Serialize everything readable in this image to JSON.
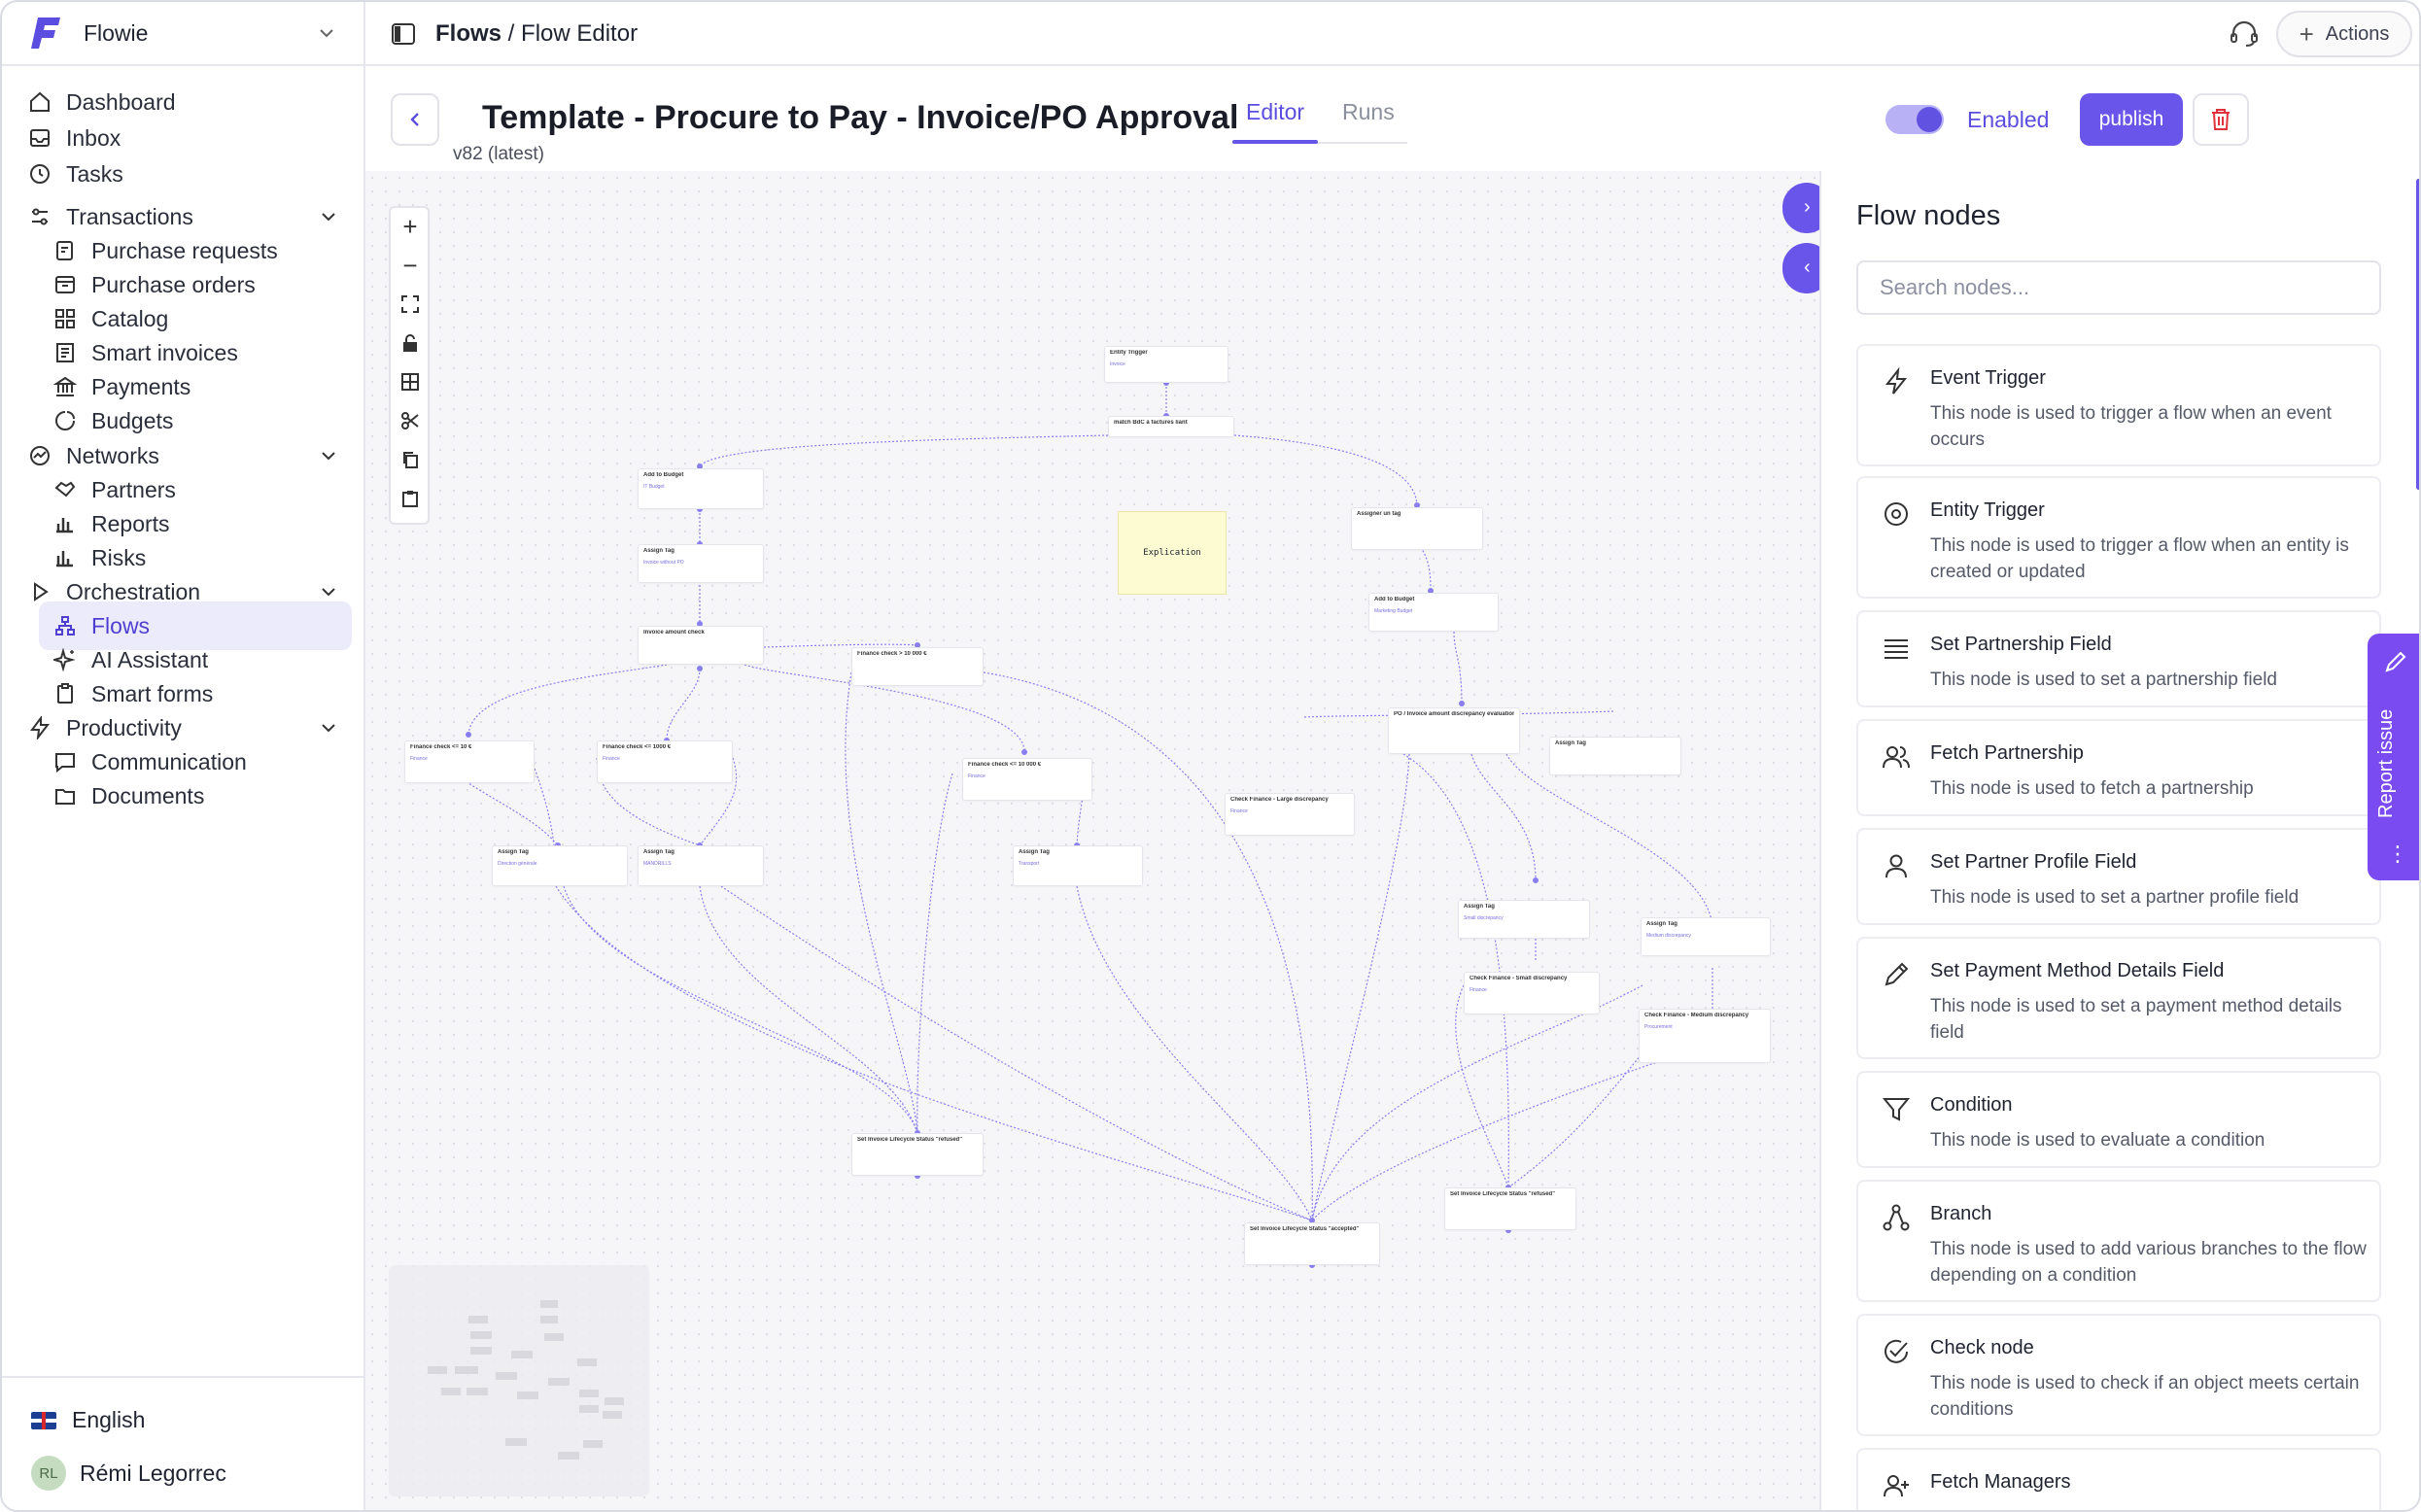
{
  "workspace": {
    "name": "Flowie"
  },
  "sidebar": {
    "items": [
      {
        "label": "Dashboard"
      },
      {
        "label": "Inbox"
      },
      {
        "label": "Tasks"
      },
      {
        "label": "Transactions"
      },
      {
        "label": "Purchase requests"
      },
      {
        "label": "Purchase orders"
      },
      {
        "label": "Catalog"
      },
      {
        "label": "Smart invoices"
      },
      {
        "label": "Payments"
      },
      {
        "label": "Budgets"
      },
      {
        "label": "Networks"
      },
      {
        "label": "Partners"
      },
      {
        "label": "Reports"
      },
      {
        "label": "Risks"
      },
      {
        "label": "Orchestration"
      },
      {
        "label": "Flows"
      },
      {
        "label": "AI Assistant"
      },
      {
        "label": "Smart forms"
      },
      {
        "label": "Productivity"
      },
      {
        "label": "Communication"
      },
      {
        "label": "Documents"
      }
    ],
    "language": "English",
    "user": {
      "initials": "RL",
      "name": "Rémi Legorrec"
    }
  },
  "topbar": {
    "breadcrumb_root": "Flows",
    "breadcrumb_sep": " / ",
    "breadcrumb_current": "Flow Editor",
    "actions_label": "Actions"
  },
  "header": {
    "title": "Template - Procure to Pay - Invoice/PO Approval",
    "version": "v82 (latest)",
    "tabs": [
      {
        "label": "Editor",
        "active": true
      },
      {
        "label": "Runs",
        "active": false
      }
    ],
    "enabled_label": "Enabled",
    "enabled": true,
    "publish_label": "publish"
  },
  "canvas": {
    "sticky_note": "Explication",
    "nodes": [
      {
        "title": "Entity Trigger",
        "sub": "Invoice"
      },
      {
        "title": "match BdC à factures liant",
        "sub": ""
      },
      {
        "title": "Add to Budget",
        "sub": "IT Budget"
      },
      {
        "title": "Assign Tag",
        "sub": "Invoice without PO"
      },
      {
        "title": "Assigner un tag",
        "sub": ""
      },
      {
        "title": "Add to Budget",
        "sub": "Marketing Budget"
      },
      {
        "title": "Invoice amount check",
        "sub": ""
      },
      {
        "title": "Finance check > 10 000 €",
        "sub": ""
      },
      {
        "title": "PO / Invoice amount discrepancy evaluation",
        "sub": ""
      },
      {
        "title": "Assign Tag",
        "sub": ""
      },
      {
        "title": "Finance check <= 10 €",
        "sub": "Finance"
      },
      {
        "title": "Finance check <= 1000 €",
        "sub": "Finance"
      },
      {
        "title": "Finance check <= 10 000 €",
        "sub": "Finance"
      },
      {
        "title": "Check Finance - Large discrepancy",
        "sub": "Finance"
      },
      {
        "title": "Assign Tag",
        "sub": "Direction générale"
      },
      {
        "title": "Assign Tag",
        "sub": "MANDRILLS"
      },
      {
        "title": "Assign Tag",
        "sub": "Transport"
      },
      {
        "title": "Assign Tag",
        "sub": "Small discrepancy"
      },
      {
        "title": "Assign Tag",
        "sub": "Medium discrepancy"
      },
      {
        "title": "Check Finance - Small discrepancy",
        "sub": "Finance"
      },
      {
        "title": "Check Finance - Medium discrepancy",
        "sub": "Procurement"
      },
      {
        "title": "Set Invoice Lifecycle Status \"refused\"",
        "sub": ""
      },
      {
        "title": "Set Invoice Lifecycle Status \"refused\"",
        "sub": ""
      },
      {
        "title": "Set Invoice Lifecycle Status \"accepted\"",
        "sub": ""
      }
    ]
  },
  "node_panel": {
    "title": "Flow nodes",
    "search_placeholder": "Search nodes...",
    "nodes": [
      {
        "icon": "lightning-icon",
        "name": "Event Trigger",
        "description": "This node is used to trigger a flow when an event occurs"
      },
      {
        "icon": "target-icon",
        "name": "Entity Trigger",
        "description": "This node is used to trigger a flow when an entity is created or updated"
      },
      {
        "icon": "lines-icon",
        "name": "Set Partnership Field",
        "description": "This node is used to set a partnership field"
      },
      {
        "icon": "users-icon",
        "name": "Fetch Partnership",
        "description": "This node is used to fetch a partnership"
      },
      {
        "icon": "user-icon",
        "name": "Set Partner Profile Field",
        "description": "This node is used to set a partner profile field"
      },
      {
        "icon": "pencil-icon",
        "name": "Set Payment Method Details Field",
        "description": "This node is used to set a payment method details field"
      },
      {
        "icon": "filter-icon",
        "name": "Condition",
        "description": "This node is used to evaluate a condition"
      },
      {
        "icon": "branch-icon",
        "name": "Branch",
        "description": "This node is used to add various branches to the flow depending on a condition"
      },
      {
        "icon": "check-circle-icon",
        "name": "Check node",
        "description": "This node is used to check if an object meets certain conditions"
      },
      {
        "icon": "user-plus-icon",
        "name": "Fetch Managers",
        "description": ""
      }
    ]
  },
  "report_issue_label": "Report issue",
  "colors": {
    "accent": "#6a55ea",
    "active_bg": "#ecebfb",
    "edge": "#8b7ff0"
  }
}
